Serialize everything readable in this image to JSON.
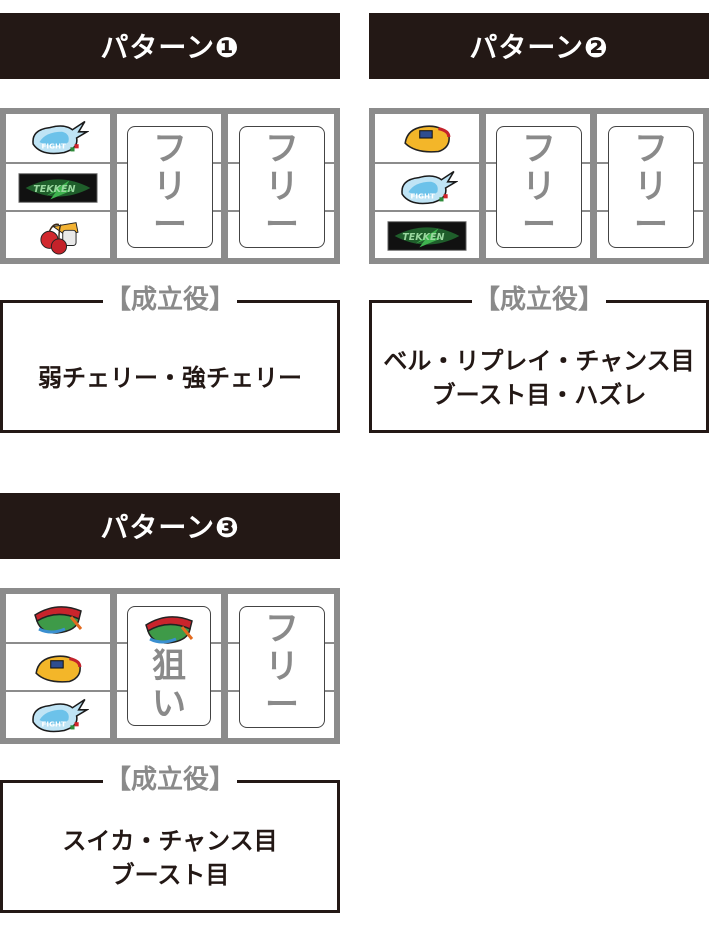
{
  "patterns": [
    {
      "title": "パターン❶",
      "left_reel": [
        "fight",
        "tekken",
        "cherry"
      ],
      "center_reel": {
        "symbol": null,
        "text": [
          "フ",
          "リ",
          "ー"
        ]
      },
      "right_reel": {
        "text": [
          "フ",
          "リ",
          "ー"
        ]
      },
      "result_label": "【成立役】",
      "result_lines": [
        "弱チェリー・強チェリー"
      ]
    },
    {
      "title": "パターン❷",
      "left_reel": [
        "bell",
        "fight",
        "tekken"
      ],
      "center_reel": {
        "symbol": null,
        "text": [
          "フ",
          "リ",
          "ー"
        ]
      },
      "right_reel": {
        "text": [
          "フ",
          "リ",
          "ー"
        ]
      },
      "result_label": "【成立役】",
      "result_lines": [
        "ベル・リプレイ・チャンス目",
        "ブースト目・ハズレ"
      ]
    },
    {
      "title": "パターン❸",
      "left_reel": [
        "watermelon",
        "bell",
        "fight"
      ],
      "center_reel": {
        "symbol": "watermelon",
        "text": [
          "狙",
          "い"
        ]
      },
      "right_reel": {
        "text": [
          "フ",
          "リ",
          "ー"
        ]
      },
      "result_label": "【成立役】",
      "result_lines": [
        "スイカ・チャンス目",
        "ブースト目"
      ]
    }
  ],
  "colors": {
    "header_bg": "#231815",
    "reel_frame": "#8c8c8c",
    "free_text": "#8a8a8a",
    "text": "#231815"
  }
}
